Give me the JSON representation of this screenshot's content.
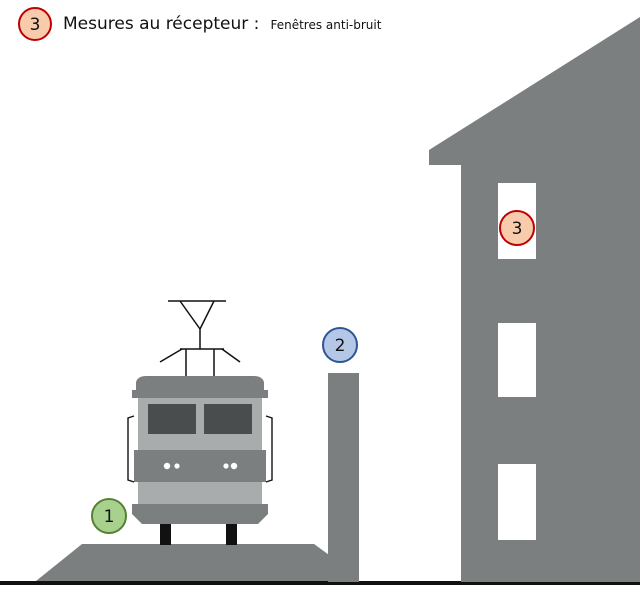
{
  "legend": {
    "badge": "3",
    "main_text": "Mesures au récepteur :",
    "sub_text": "Fenêtres anti-bruit"
  },
  "markers": {
    "source": "1",
    "path": "2",
    "receiver": "3"
  },
  "colors": {
    "structure": "#7b7f80",
    "train_body": "#a8acad",
    "train_dark": "#4a4d4e",
    "ground_line": "#111111",
    "badge_green_fill": "#a9d18e",
    "badge_green_stroke": "#548235",
    "badge_blue_fill": "#b4c7e7",
    "badge_blue_stroke": "#2f5597",
    "badge_red_fill": "#f8cbad",
    "badge_red_stroke": "#c00000"
  },
  "icons": {
    "train": "electric-locomotive-icon",
    "pantograph": "pantograph-icon",
    "building": "building-icon",
    "wall": "noise-barrier-icon"
  }
}
